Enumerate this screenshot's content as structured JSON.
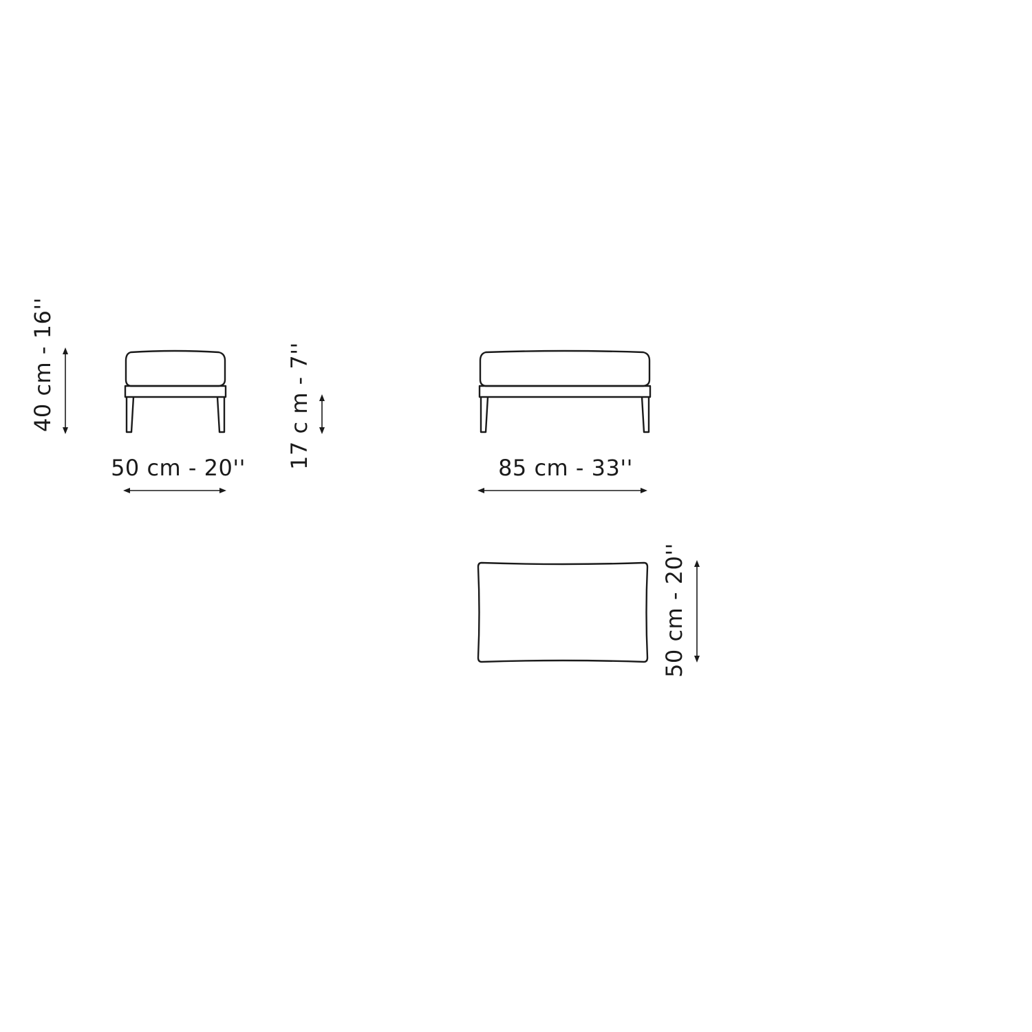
{
  "diagram": {
    "colors": {
      "line": "#1a1a1a",
      "background": "#ffffff"
    },
    "dimensions": {
      "small_height": "40 cm -  16''",
      "small_width": "50 cm - 20''",
      "leg_height": "17 c m -  7''",
      "large_width": "85 cm - 33''",
      "top_depth": "50 cm - 20''"
    }
  }
}
